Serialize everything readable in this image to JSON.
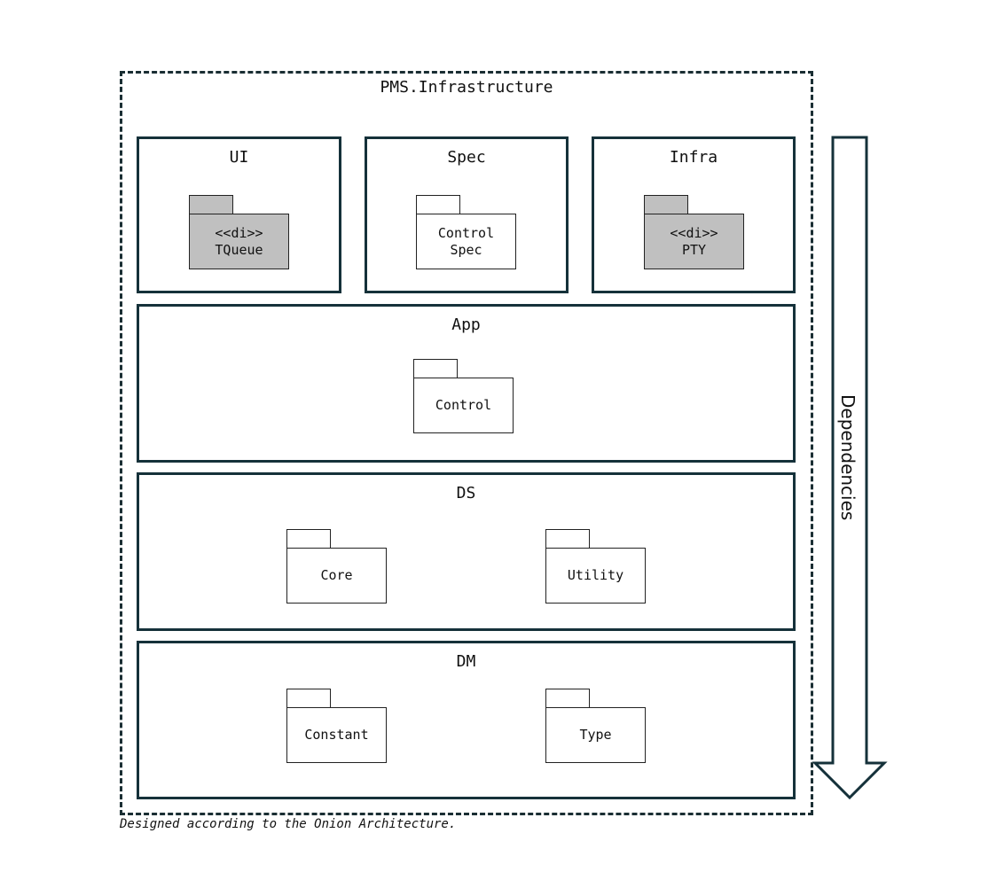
{
  "diagram": {
    "container_title": "PMS.Infrastructure",
    "caption": "Designed according to the Onion Architecture.",
    "arrow_label": "Dependencies",
    "layers": {
      "ui": {
        "title": "UI",
        "package": {
          "stereotype": "<<di>>",
          "name": "TQueue"
        }
      },
      "spec": {
        "title": "Spec",
        "package": {
          "line1": "Control",
          "line2": "Spec"
        }
      },
      "infra": {
        "title": "Infra",
        "package": {
          "stereotype": "<<di>>",
          "name": "PTY"
        }
      },
      "app": {
        "title": "App",
        "package": {
          "name": "Control"
        }
      },
      "ds": {
        "title": "DS",
        "packages": [
          {
            "name": "Core"
          },
          {
            "name": "Utility"
          }
        ]
      },
      "dm": {
        "title": "DM",
        "packages": [
          {
            "name": "Constant"
          },
          {
            "name": "Type"
          }
        ]
      }
    }
  }
}
